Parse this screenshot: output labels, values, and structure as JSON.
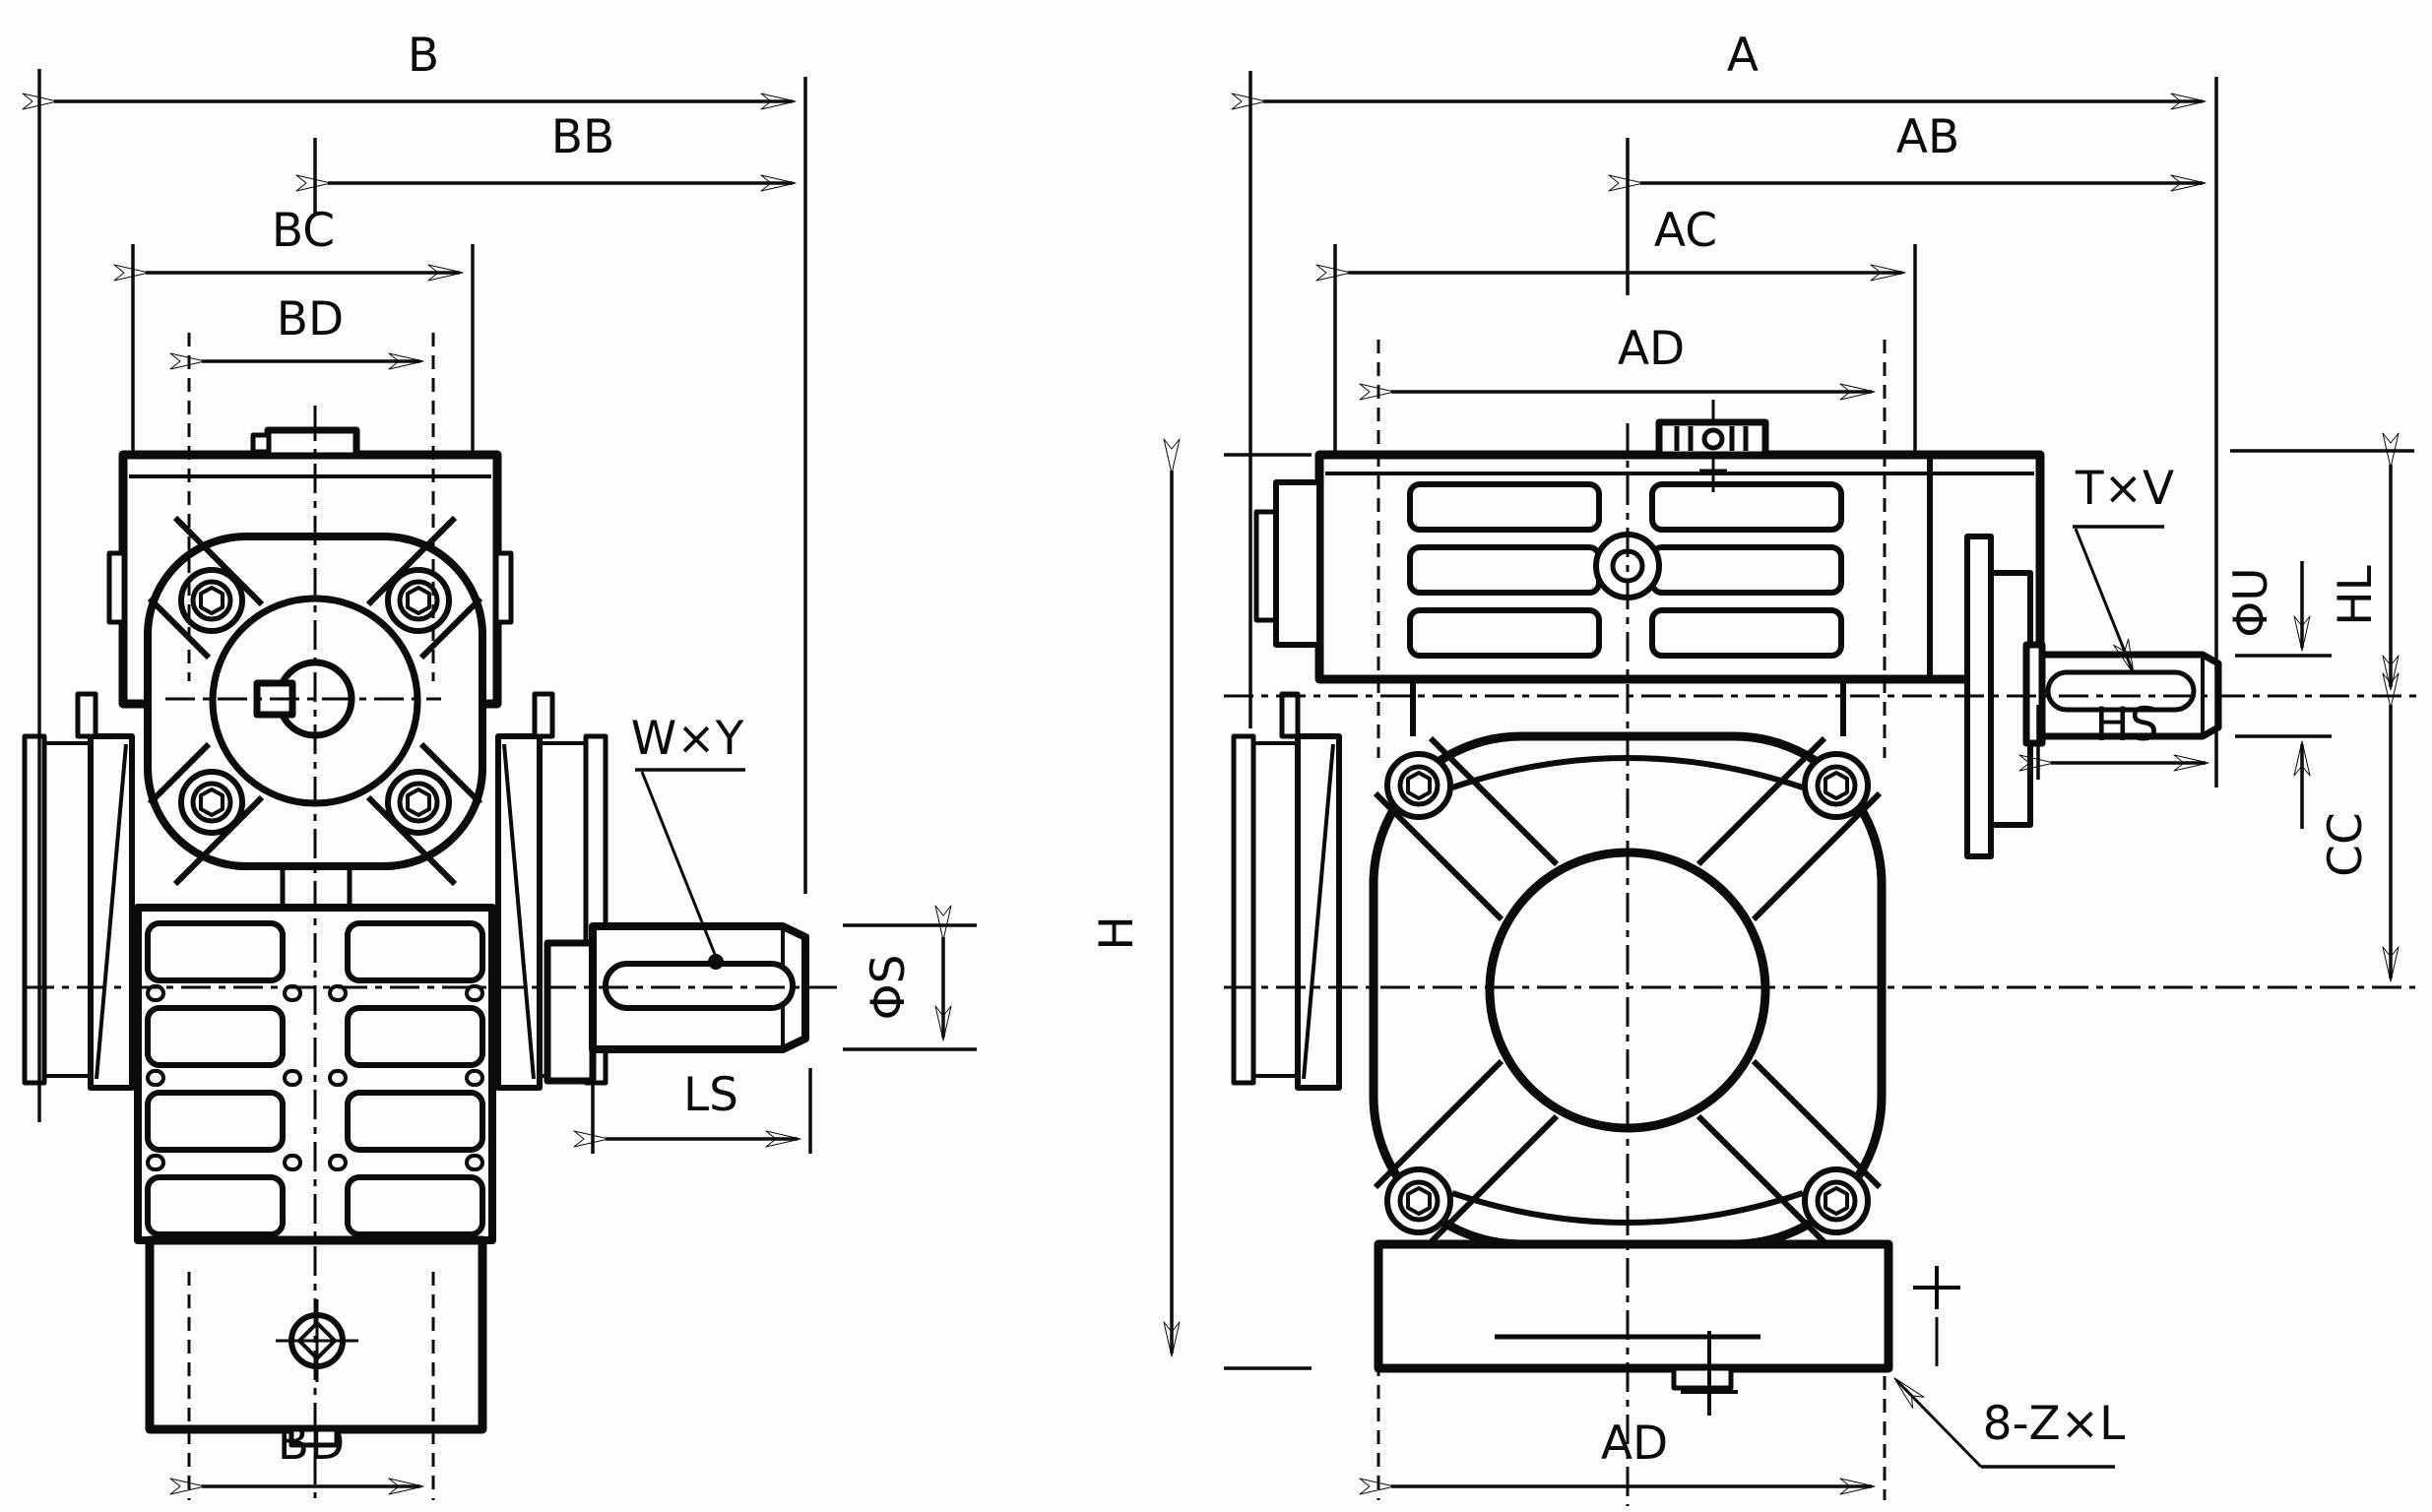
{
  "drawing": {
    "type": "technical-dimension-drawing",
    "line_color": "#0b0b0b",
    "background": "#fdfdfd",
    "left_view": {
      "name": "worm-gear-reducer-side-view",
      "dim_b": "B",
      "dim_bb": "BB",
      "dim_bc": "BC",
      "dim_bd_top": "BD",
      "dim_bd_bottom": "BD",
      "key_label": "W×Y",
      "shaft_dia_label": "ΦS",
      "shaft_len_label": "LS"
    },
    "right_view": {
      "name": "worm-gear-reducer-front-view",
      "dim_a": "A",
      "dim_ab": "AB",
      "dim_ac": "AC",
      "dim_ad_top": "AD",
      "dim_ad_bottom": "AD",
      "dim_h": "H",
      "key_label": "T×V",
      "shaft_dia_label": "ΦU",
      "dim_hl": "HL",
      "dim_hs": "HS",
      "dim_cc": "CC",
      "bolt_holes_label": "8-Z×L"
    }
  }
}
